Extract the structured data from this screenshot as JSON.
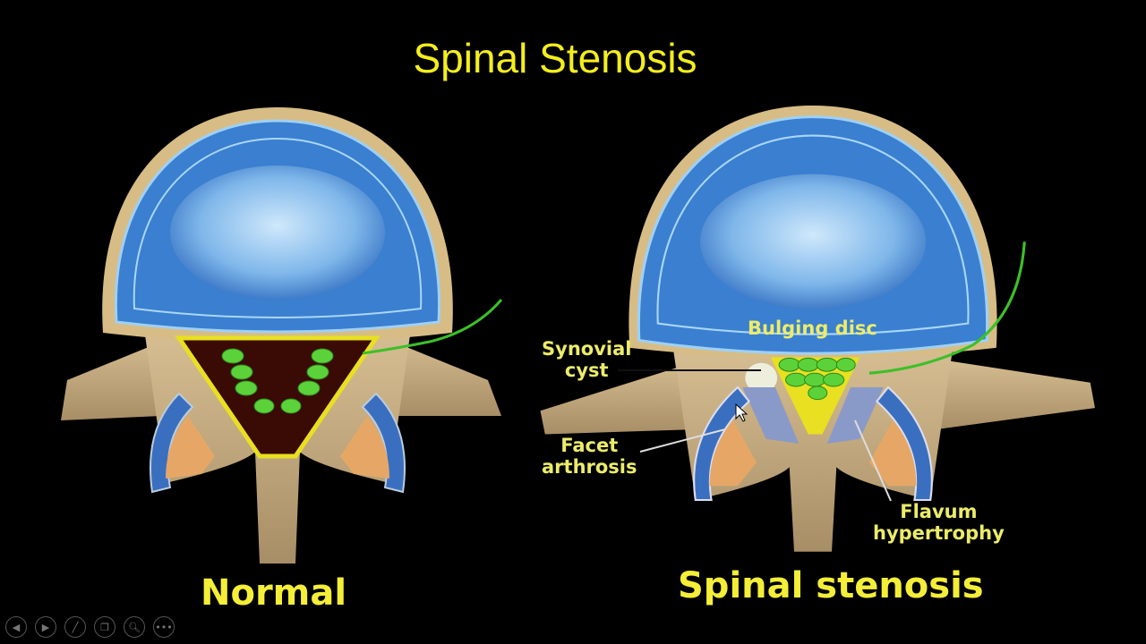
{
  "slide": {
    "title": "Spinal Stenosis",
    "left_caption": "Normal",
    "right_caption": "Spinal stenosis",
    "labels": {
      "bulging_disc": "Bulging disc",
      "synovial_cyst": "Synovial\ncyst",
      "facet_arthrosis": "Facet\narthrosis",
      "flavum_hypertrophy": "Flavum\nhypertrophy"
    }
  },
  "controls": [
    {
      "name": "previous",
      "icon": "arrow-left-icon"
    },
    {
      "name": "next",
      "icon": "arrow-right-icon"
    },
    {
      "name": "pen",
      "icon": "pen-icon"
    },
    {
      "name": "see-all-slides",
      "icon": "slides-icon"
    },
    {
      "name": "zoom",
      "icon": "magnifier-icon"
    },
    {
      "name": "more",
      "icon": "more-icon"
    }
  ],
  "colors": {
    "title": "#f4ee1c",
    "label": "#ecec6a",
    "disc": "#3a7fd0",
    "bone": "#c9ad80"
  }
}
